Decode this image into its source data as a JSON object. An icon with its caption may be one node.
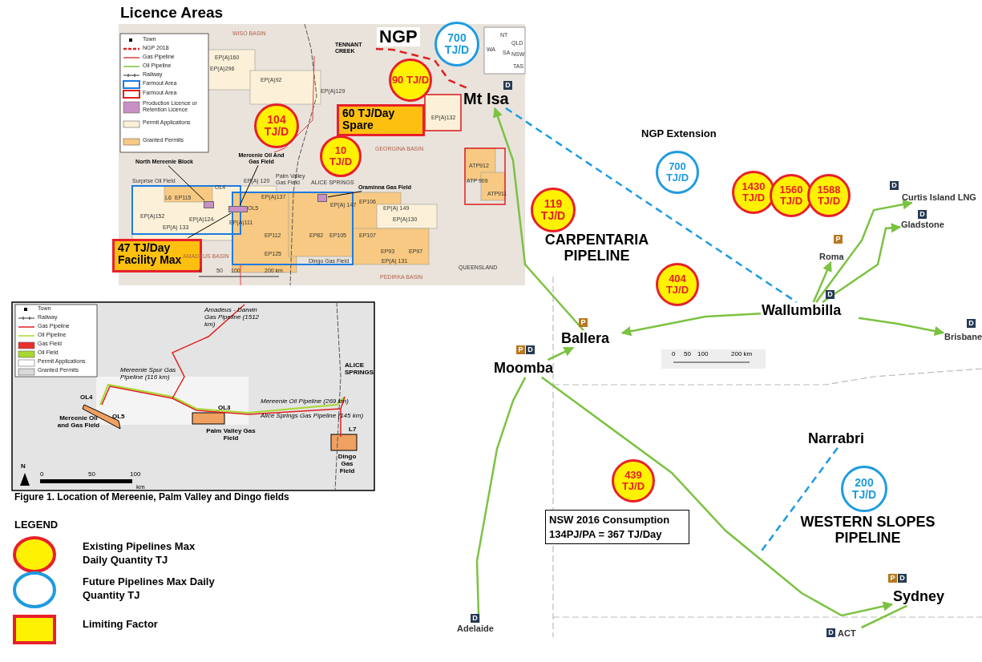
{
  "diagram": {
    "title": "Licence Areas",
    "caption": "Figure 1. Location of Mereenie, Palm Valley and Dingo fields",
    "nodes": [
      {
        "text": [
          "TENNANT CREEK"
        ]
      },
      {
        "text": [
          "Mt Isa"
        ]
      },
      {
        "text": [
          "Ballera"
        ]
      },
      {
        "text": [
          "Moomba"
        ]
      },
      {
        "text": [
          "Wallumbilla"
        ]
      },
      {
        "text": [
          "Curtis Island LNG"
        ]
      },
      {
        "text": [
          "Gladstone"
        ]
      },
      {
        "text": [
          "Brisbane"
        ]
      },
      {
        "text": [
          "Roma"
        ]
      },
      {
        "text": [
          "Adelaide"
        ]
      },
      {
        "text": [
          "Sydney"
        ]
      },
      {
        "text": [
          "ACT"
        ]
      },
      {
        "text": [
          "Narrabri"
        ]
      },
      {
        "text": [
          "90 TJ/D"
        ]
      },
      {
        "text": [
          "700 TJ/D"
        ]
      },
      {
        "text": [
          "104 TJ/D"
        ]
      },
      {
        "text": [
          "10 TJ/D"
        ]
      },
      {
        "text": [
          "119 TJ/D"
        ]
      },
      {
        "text": [
          "700 TJ/D"
        ]
      },
      {
        "text": [
          "1430 TJ/D"
        ]
      },
      {
        "text": [
          "1560 TJ/D"
        ]
      },
      {
        "text": [
          "1588 TJ/D"
        ]
      },
      {
        "text": [
          "404 TJ/D"
        ]
      },
      {
        "text": [
          "439 TJ/D"
        ]
      },
      {
        "text": [
          "200 TJ/D"
        ]
      },
      {
        "text": [
          "60 TJ/Day Spare"
        ]
      },
      {
        "text": [
          "47 TJ/Day Facility Max"
        ]
      },
      {
        "text": [
          "NSW 2016 Consumption 134PJ/PA =  367 TJ/Day"
        ]
      },
      {
        "text": [
          "North Mereenie Block"
        ]
      },
      {
        "text": [
          "Mereenie Oil And Gas Field"
        ]
      },
      {
        "text": [
          "Oraminna Gas Field"
        ]
      },
      {
        "text": [],
        "shape": "box"
      },
      {
        "text": [],
        "shape": "box"
      },
      {
        "text": [],
        "shape": "box"
      }
    ],
    "edges": [
      {
        "from": 0,
        "to": 1,
        "arrow": "none",
        "style": "dashed",
        "color": "#e02020"
      },
      {
        "from": 1,
        "to": 4,
        "arrow": "none",
        "style": "dashed",
        "color": "#1e9be0"
      },
      {
        "from": 2,
        "to": 1,
        "arrow": "to"
      },
      {
        "from": 4,
        "to": 2,
        "arrow": "to"
      },
      {
        "from": 3,
        "to": 2,
        "arrow": "to"
      },
      {
        "from": 3,
        "to": 10,
        "arrow": "to"
      },
      {
        "from": 3,
        "to": 9,
        "arrow": "none"
      },
      {
        "from": 4,
        "to": 5,
        "arrow": "to"
      },
      {
        "from": 4,
        "to": 6,
        "arrow": "to"
      },
      {
        "from": 4,
        "to": 7,
        "arrow": "to"
      },
      {
        "from": 12,
        "to": null,
        "arrow": "none",
        "style": "dashed",
        "color": "#1e9be0"
      },
      {
        "from": 26,
        "to": 32,
        "arrow": "none",
        "color": "#000000"
      },
      {
        "from": 28,
        "to": 31,
        "arrow": "none",
        "color": "#000000"
      },
      {
        "from": 29,
        "to": 32,
        "arrow": "none",
        "color": "#000000"
      },
      {
        "from": 30,
        "to": 33,
        "arrow": "none",
        "color": "#000000"
      },
      {
        "from": 10,
        "to": 11,
        "arrow": "none"
      },
      {
        "from": 4,
        "to": 8,
        "arrow": "to"
      }
    ],
    "labels": [
      "NGP",
      "NGP Extension",
      "CARPENTARIA PIPELINE",
      "WESTERN SLOPES PIPELINE",
      "LEGEND",
      "WISO BASIN",
      "EP(A)160",
      "EP(A)296",
      "EP(A)92",
      "EP(A)129",
      "EP(A)132",
      "GEORGINA BASIN",
      "ATP912",
      "ATP911",
      "ATP 909",
      "Surprise Oil Field",
      "EP(A) 120",
      "Palm Valley Gas Field",
      "ALICE SPRINGS",
      "L6",
      "EP115",
      "OL4",
      "OL5",
      "EP(A)137",
      "EP(A) 147",
      "EP106",
      "EP(A)152",
      "EP(A)124",
      "EP(A) 133",
      "EP(A)111",
      "EP(A) 149",
      "EP(A)130",
      "EP112",
      "EP82",
      "EP105",
      "EP107",
      "EP93",
      "EP97",
      "EP125",
      "Dingo Gas Field",
      "AMADEUS BASIN",
      "PEDIRKA BASIN",
      "QUEENSLAND",
      "0",
      "50",
      "100",
      "200 km",
      "EP(A) 131",
      "WA",
      "NT",
      "SA",
      "QLD",
      "NSW",
      "TAS",
      "Amadeus - Darwin Gas Pipeline (1512 km)",
      "Mereenie Spur Gas Pipeline (116 km)",
      "ALICE SPRINGS",
      "OL4",
      "Mereenie Oil and Gas Field",
      "OL5",
      "OL3",
      "Palm Valley Gas Field",
      "Mereenie Oil Pipeline (269 km)",
      "Alice Springs Gas Pipeline (145 km)",
      "L7",
      "Dingo Gas Field",
      "N",
      "0",
      "50",
      "100",
      "km",
      "D",
      "D",
      "D",
      "P",
      "D",
      "P",
      "D",
      "P",
      "D",
      "P",
      "D",
      "D",
      "D",
      "0",
      "50",
      "100",
      "200 km"
    ],
    "legend": [
      {
        "text": "Town"
      },
      {
        "text": "NGP 2018"
      },
      {
        "text": "Gas Pipeline"
      },
      {
        "text": "Oil Pipeline"
      },
      {
        "text": "Railway"
      },
      {
        "text": "Farmout Area"
      },
      {
        "text": "Farmout Area"
      },
      {
        "text": "Production Licence or Retention Licence",
        "color": "#c890c4"
      },
      {
        "text": "Permit Applications",
        "color": "#fcf1d8"
      },
      {
        "text": "Granted Permits",
        "color": "#f7c982"
      },
      {
        "text": "Town"
      },
      {
        "text": "Railway"
      },
      {
        "text": "Gas Pipeline"
      },
      {
        "text": "Oil Pipeline"
      },
      {
        "text": "Gas Field",
        "color": "#e8302a"
      },
      {
        "text": "Oil Field",
        "color": "#a8d830"
      },
      {
        "text": "Permit Applications",
        "color": "#ffffff"
      },
      {
        "text": "Granted Permits",
        "color": "#d9d9d9"
      },
      {
        "text": "Existing Pipelines Max Daily Quantity TJ"
      },
      {
        "text": "Future Pipelines Max Daily Quantity TJ"
      },
      {
        "text": "Limiting Factor"
      }
    ]
  }
}
